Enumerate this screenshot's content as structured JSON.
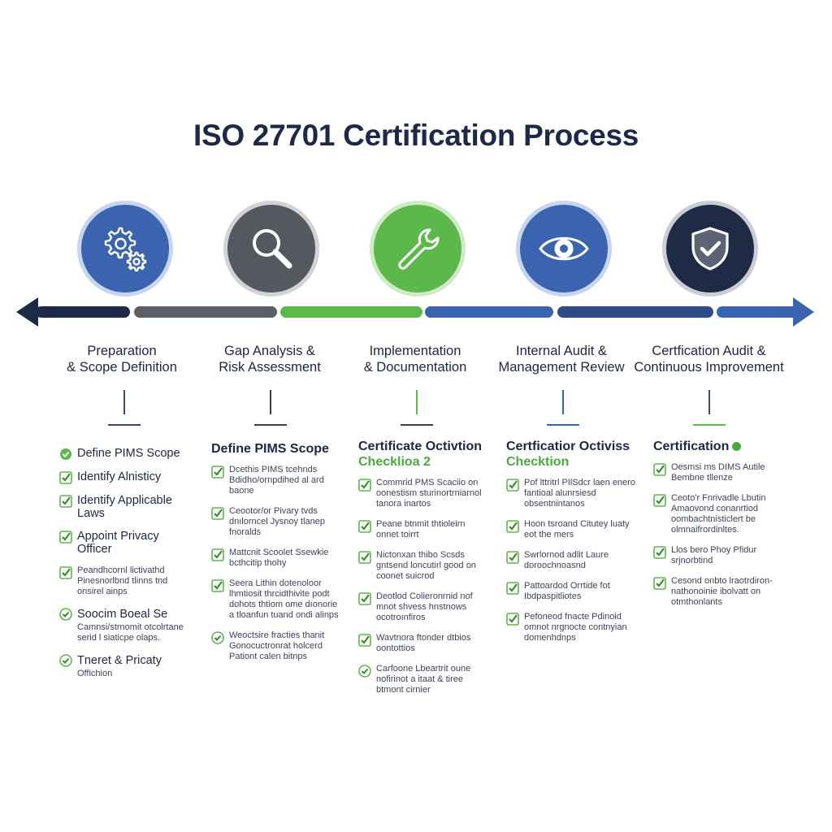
{
  "title": "ISO 27701 Certification Process",
  "colors": {
    "navy": "#1d2a47",
    "gray": "#5b6068",
    "green": "#5cb84a",
    "blue": "#3a64b0",
    "dark": "#1f2b44"
  },
  "stages": [
    {
      "icon": "gears-icon",
      "color": "#3a64b0",
      "title_line1": "Preparation",
      "title_line2": "& Scope Definition"
    },
    {
      "icon": "magnifier-icon",
      "color": "#54585f",
      "title_line1": "Gap Analysis &",
      "title_line2": "Risk Assessment"
    },
    {
      "icon": "wrench-icon",
      "color": "#5cb84a",
      "title_line1": "Implementation",
      "title_line2": "& Documentation"
    },
    {
      "icon": "eye-icon",
      "color": "#3a64b0",
      "title_line1": "Internal Audit &",
      "title_line2": "Management Review"
    },
    {
      "icon": "shield-check-icon",
      "color": "#1f2b44",
      "title_line1": "Certfication Audit &",
      "title_line2": "Continuous Improvement"
    }
  ],
  "columns": [
    {
      "head": "",
      "head_sub": "",
      "items": [
        {
          "text": "Define PIMS Scope",
          "sub": ""
        },
        {
          "text": "Identify Alnisticy",
          "sub": ""
        },
        {
          "text": "Identify Applicable Laws",
          "sub": ""
        },
        {
          "text": "Appoint Privacy Officer",
          "sub": ""
        },
        {
          "text": "Peandhcornl lictivathd Pinesnorlbnd tlinns tnd onsirel ainps",
          "sub": ""
        },
        {
          "text": "Soocim Boeal Se",
          "sub": "Camnsi/strnomit otcolrtane serid l siaticpe olaps."
        },
        {
          "text": "Tneret & Pricaty",
          "sub": "Offichion"
        }
      ]
    },
    {
      "head": "Define PIMS Scope",
      "head_sub": "",
      "items": [
        {
          "text": "Dcethis PIMS tcehnds Bdidho/ornpdihed al ard baone",
          "sub": ""
        },
        {
          "text": "Ceootor/or Pivary tvds dnılorncel Jysnoy tlanep fnoralds",
          "sub": ""
        },
        {
          "text": "Mattcnit Scoolet Ssewkie bcthcitip thohy",
          "sub": ""
        },
        {
          "text": "Seera Lithin dotenoloor lhmtiosit thrcidthivite podt dohots thtiom ome dıonorie a tloanfun tuand ondi alinps",
          "sub": ""
        },
        {
          "text": "Weoctsire fracties thanit Gonocuctronrat holcerd Pationt calen bitnps",
          "sub": ""
        }
      ]
    },
    {
      "head": "Certificate Octivtion",
      "head_sub": "Checklioa 2",
      "items": [
        {
          "text": "Commrid PMS Scaciio on oonestism sturinortrniarnol tanora inartos",
          "sub": ""
        },
        {
          "text": "Peane btnmit thtioleirn onnet toirrt",
          "sub": ""
        },
        {
          "text": "Nictonxan thibo Scsds gntsend loncutirl good on coonet suicrod",
          "sub": ""
        },
        {
          "text": "Deotlod Colieronrnid nof mnot shvess hnstnows ocotroınfiros",
          "sub": ""
        },
        {
          "text": "Wavtnora ftonder dtbios oontottios",
          "sub": ""
        },
        {
          "text": "Carfoone Lbeartrit oune nofirinot a itaat & tiree btmont cirnier",
          "sub": ""
        }
      ]
    },
    {
      "head": "Certficatior Octiviss",
      "head_sub": "Checktion",
      "items": [
        {
          "text": "Pof lttritrl PIlSdcr laen enero fantioal alunrsiesd obsentnintanos",
          "sub": ""
        },
        {
          "text": "Hoon tsroand Citutey luaty eot the mers",
          "sub": ""
        },
        {
          "text": "Swrlornod adlit Laure doroochnoasnd",
          "sub": ""
        },
        {
          "text": "Pattoardod Orrtide fot Ibdpaspitliotes",
          "sub": ""
        },
        {
          "text": "Pefoneod fnacte Pdinoid omnot nrgnocte contnyian domenhdnps",
          "sub": ""
        }
      ]
    },
    {
      "head": "Certification",
      "head_sub": "",
      "items": [
        {
          "text": "Oesmsi ms DIMS Autile Bembne tllenze",
          "sub": ""
        },
        {
          "text": "Ceoto'r Fnrivadle Lbutin Amaovond conanrtiod oombachtnisticlert be olmnaifrordinltes.",
          "sub": ""
        },
        {
          "text": "Llos bero Phoy Pfidur srjnorbtind",
          "sub": ""
        },
        {
          "text": "Cesond onbto lraotrdiron- nathonoinie ibolvatt on otmthonlants",
          "sub": ""
        }
      ]
    }
  ]
}
